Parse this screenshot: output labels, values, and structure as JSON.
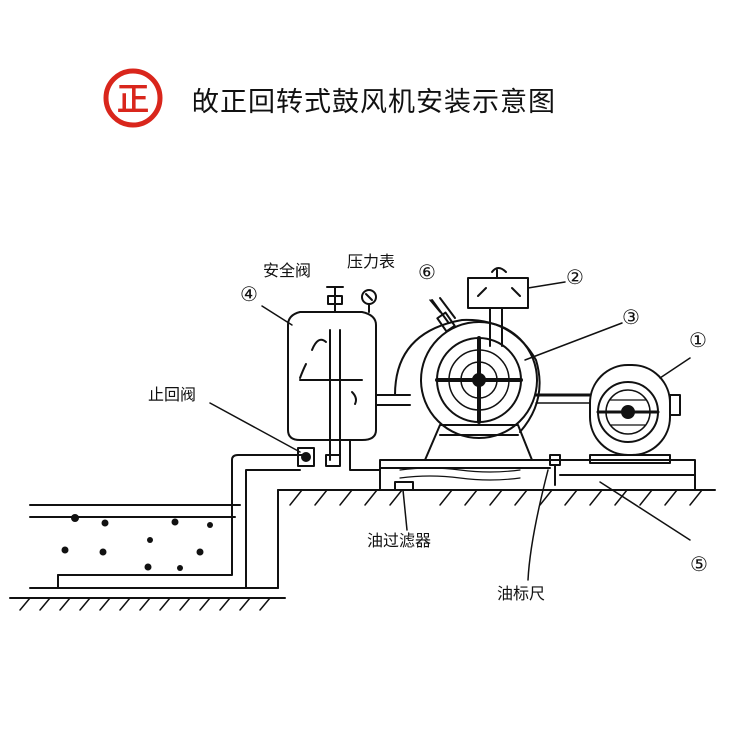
{
  "header": {
    "logo_char": "正",
    "title": "敀正回转式鼓风机安装示意图"
  },
  "colors": {
    "logo": "#d9261c",
    "ink": "#111111"
  },
  "labels": {
    "safety_valve": "安全阀",
    "pressure_gauge": "压力表",
    "check_valve": "止回阀",
    "oil_filter": "油过滤器",
    "oil_dipstick": "油标尺"
  },
  "callouts": {
    "n1": "①",
    "n2": "②",
    "n3": "③",
    "n4": "④",
    "n5": "⑤",
    "n6": "⑥"
  }
}
